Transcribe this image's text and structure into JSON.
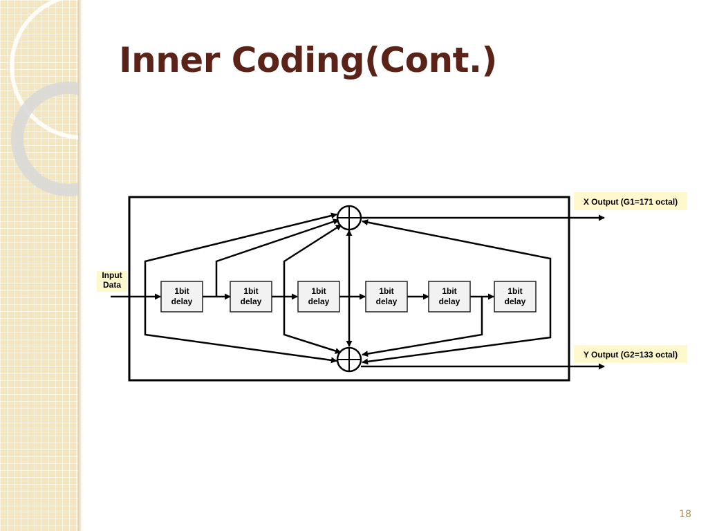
{
  "slide": {
    "title": "Inner Coding(Cont.)",
    "page_number": "18"
  },
  "diagram": {
    "input_label_line1": "Input",
    "input_label_line2": "Data",
    "x_output_label": "X Output (G1=171 octal)",
    "y_output_label": "Y Output (G2=133 octal)",
    "delay_line1": "1bit",
    "delay_line2": "delay",
    "delay_count": 6
  },
  "colors": {
    "title": "#5b2218",
    "sidebar": "#f3e6bf",
    "label_highlight": "#fff8cc",
    "page_number": "#b08d55"
  }
}
